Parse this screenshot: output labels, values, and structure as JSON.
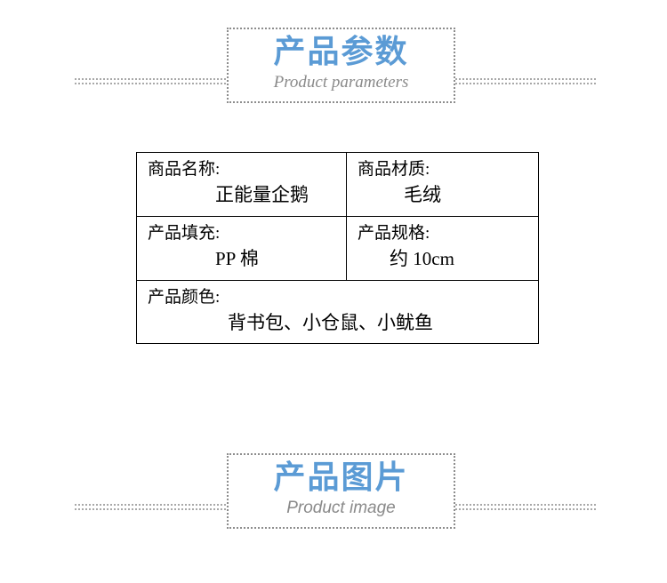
{
  "sections": [
    {
      "id": "product-parameters",
      "title_cn": "产品参数",
      "title_en": "Product parameters"
    },
    {
      "id": "product-image",
      "title_cn": "产品图片",
      "title_en": "Product image"
    }
  ],
  "spec_table": {
    "rows": [
      [
        {
          "label": "商品名称:",
          "value": "正能量企鹅"
        },
        {
          "label": "商品材质:",
          "value": "毛绒"
        }
      ],
      [
        {
          "label": "产品填充:",
          "value": "PP 棉"
        },
        {
          "label": "产品规格:",
          "value": "约 10cm"
        }
      ],
      [
        {
          "label": "产品颜色:",
          "value": "背书包、小仓鼠、小鱿鱼"
        }
      ]
    ]
  },
  "colors": {
    "heading_blue": "#5b9bd5",
    "subtitle_gray": "#8a8a8a",
    "rule_gray": "#a8a8a8",
    "table_border": "#000000",
    "background": "#ffffff"
  }
}
